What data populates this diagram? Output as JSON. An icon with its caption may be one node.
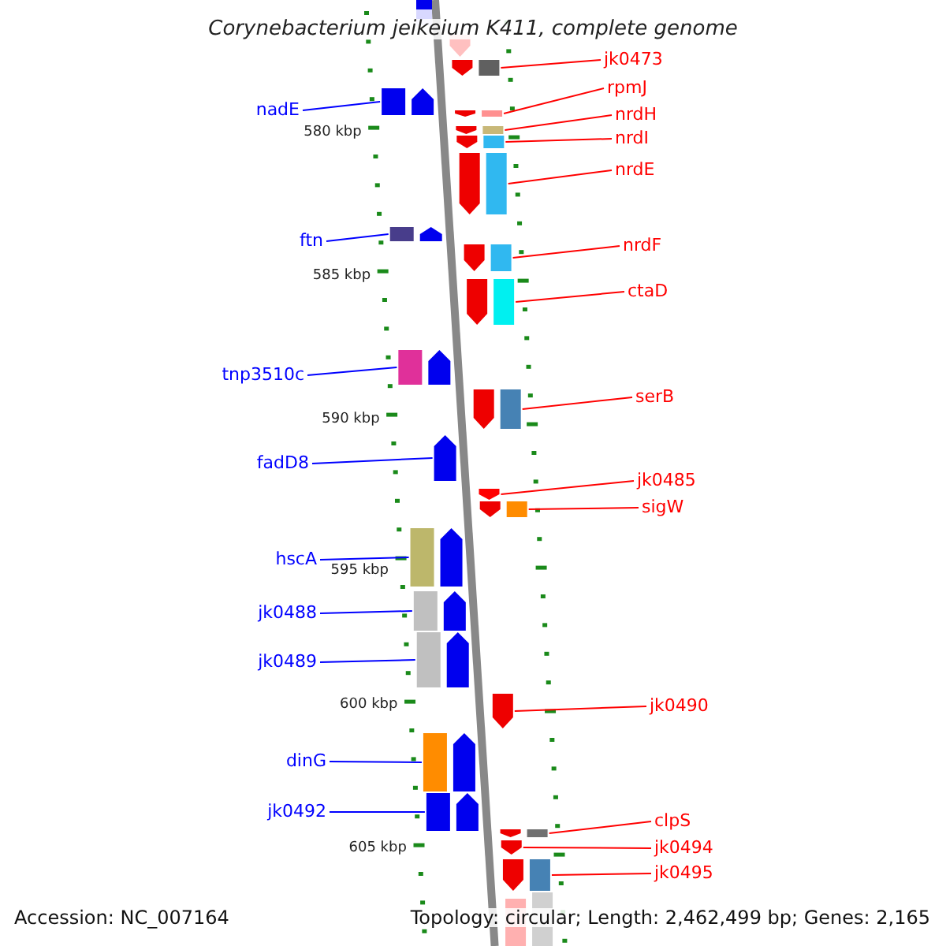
{
  "diagram": {
    "title": "Corynebacterium jeikeium K411, complete genome",
    "nodes": [
      {
        "text": [
          "jk0473"
        ]
      },
      {
        "text": [],
        "shape": "box"
      },
      {
        "text": [
          "rpmJ"
        ]
      },
      {
        "text": [],
        "shape": "box"
      },
      {
        "text": [
          "nadE"
        ]
      },
      {
        "text": [],
        "shape": "box"
      },
      {
        "text": [
          "nrdH"
        ]
      },
      {
        "text": [],
        "shape": "box"
      },
      {
        "text": [
          "nrdI"
        ]
      },
      {
        "text": [],
        "shape": "box"
      },
      {
        "text": [
          "nrdE"
        ]
      },
      {
        "text": [],
        "shape": "box"
      },
      {
        "text": [
          "ftn"
        ]
      },
      {
        "text": [],
        "shape": "box"
      },
      {
        "text": [
          "nrdF"
        ]
      },
      {
        "text": [],
        "shape": "box"
      },
      {
        "text": [
          "ctaD"
        ]
      },
      {
        "text": [],
        "shape": "box"
      },
      {
        "text": [
          "tnp3510c"
        ]
      },
      {
        "text": [],
        "shape": "box"
      },
      {
        "text": [
          "serB"
        ]
      },
      {
        "text": [],
        "shape": "box"
      },
      {
        "text": [
          "fadD8"
        ]
      },
      {
        "text": [],
        "shape": "arrow"
      },
      {
        "text": [
          "jk0485"
        ]
      },
      {
        "text": [],
        "shape": "arrow"
      },
      {
        "text": [
          "sigW"
        ]
      },
      {
        "text": [],
        "shape": "box"
      },
      {
        "text": [
          "hscA"
        ]
      },
      {
        "text": [],
        "shape": "box"
      },
      {
        "text": [
          "jk0488"
        ]
      },
      {
        "text": [],
        "shape": "box"
      },
      {
        "text": [
          "jk0489"
        ]
      },
      {
        "text": [],
        "shape": "box"
      },
      {
        "text": [
          "jk0490"
        ]
      },
      {
        "text": [],
        "shape": "arrow"
      },
      {
        "text": [
          "dinG"
        ]
      },
      {
        "text": [],
        "shape": "box"
      },
      {
        "text": [
          "jk0492"
        ]
      },
      {
        "text": [],
        "shape": "box"
      },
      {
        "text": [
          "clpS"
        ]
      },
      {
        "text": [],
        "shape": "box"
      },
      {
        "text": [
          "jk0494"
        ]
      },
      {
        "text": [],
        "shape": "arrow"
      },
      {
        "text": [
          "jk0495"
        ]
      },
      {
        "text": [],
        "shape": "box"
      },
      {
        "text": [],
        "shape": "arrow"
      },
      {
        "text": [],
        "shape": "arrow"
      },
      {
        "text": [],
        "shape": "arrow"
      },
      {
        "text": [],
        "shape": "arrow"
      },
      {
        "text": [],
        "shape": "arrow"
      },
      {
        "text": [],
        "shape": "arrow"
      },
      {
        "text": [],
        "shape": "arrow"
      },
      {
        "text": [],
        "shape": "arrow"
      },
      {
        "text": [],
        "shape": "arrow"
      },
      {
        "text": [],
        "shape": "arrow"
      },
      {
        "text": [],
        "shape": "arrow"
      },
      {
        "text": [],
        "shape": "arrow"
      },
      {
        "text": [],
        "shape": "arrow"
      },
      {
        "text": [],
        "shape": "arrow"
      },
      {
        "text": [],
        "shape": "arrow"
      },
      {
        "text": [],
        "shape": "arrow"
      },
      {
        "text": [],
        "shape": "arrow"
      },
      {
        "text": [],
        "shape": "arrow"
      },
      {
        "text": [],
        "shape": "arrow"
      }
    ],
    "edges": [
      {
        "from": 0,
        "to": 1,
        "arrow": "none"
      },
      {
        "from": 2,
        "to": 3,
        "arrow": "none"
      },
      {
        "from": 4,
        "to": 5,
        "arrow": "none",
        "color": "#0000ff"
      },
      {
        "from": 6,
        "to": 7,
        "arrow": "none"
      },
      {
        "from": 8,
        "to": 9,
        "arrow": "none"
      },
      {
        "from": 10,
        "to": 11,
        "arrow": "none"
      },
      {
        "from": 12,
        "to": 13,
        "arrow": "none",
        "color": "#0000ff"
      },
      {
        "from": 14,
        "to": 15,
        "arrow": "none"
      },
      {
        "from": 16,
        "to": 17,
        "arrow": "none"
      },
      {
        "from": 18,
        "to": 19,
        "arrow": "none",
        "color": "#0000ff"
      },
      {
        "from": 20,
        "to": 21,
        "arrow": "none"
      },
      {
        "from": 22,
        "to": 23,
        "arrow": "none",
        "color": "#0000ff"
      },
      {
        "from": 24,
        "to": 25,
        "arrow": "none"
      },
      {
        "from": 26,
        "to": 27,
        "arrow": "none"
      },
      {
        "from": 28,
        "to": 29,
        "arrow": "none",
        "color": "#0000ff"
      },
      {
        "from": 30,
        "to": 31,
        "arrow": "none",
        "color": "#0000ff"
      },
      {
        "from": 32,
        "to": 33,
        "arrow": "none",
        "color": "#0000ff"
      },
      {
        "from": 34,
        "to": 35,
        "arrow": "none"
      },
      {
        "from": 36,
        "to": 37,
        "arrow": "none",
        "color": "#0000ff"
      },
      {
        "from": 38,
        "to": 39,
        "arrow": "none",
        "color": "#0000ff"
      },
      {
        "from": 40,
        "to": 41,
        "arrow": "none"
      },
      {
        "from": 42,
        "to": 43,
        "arrow": "none"
      },
      {
        "from": 44,
        "to": 45,
        "arrow": "none"
      }
    ],
    "labels": [
      "580 kbp",
      "585 kbp",
      "590 kbp",
      "595 kbp",
      "600 kbp",
      "605 kbp",
      "Accession: NC_007164",
      "Topology: circular; Length: 2,462,499 bp; Genes: 2,165"
    ]
  }
}
